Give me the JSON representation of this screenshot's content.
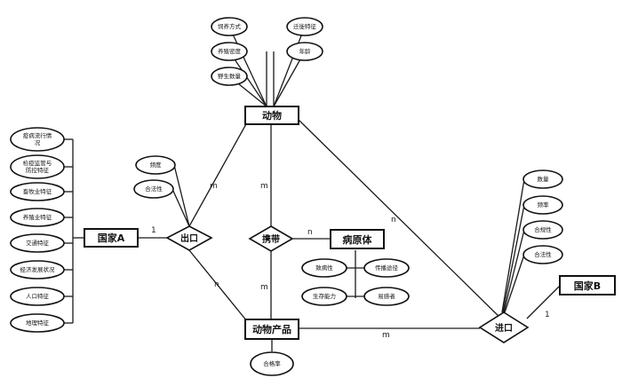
{
  "entities": {
    "animal": "动物",
    "country_a": "国家A",
    "country_b": "国家B",
    "pathogen": "病原体",
    "animal_product": "动物产品"
  },
  "relations": {
    "export": "出口",
    "import": "进口",
    "carry": "携带"
  },
  "attributes": {
    "animal": [
      "饲养方式",
      "养殖密度",
      "野生数量",
      "迁徙特征",
      "年龄"
    ],
    "country_a": [
      "疫病流行情况",
      "检疫监管与防控特征",
      "畜牧业特征",
      "养殖业特征",
      "交通特征",
      "经济发展状况",
      "人口特征",
      "地理特征"
    ],
    "export": [
      "频度",
      "合法性"
    ],
    "import": [
      "数量",
      "频率",
      "合规性",
      "合法性"
    ],
    "pathogen": [
      "致病性",
      "传播途径",
      "生存能力",
      "易感者"
    ],
    "animal_product": [
      "合格率"
    ]
  },
  "cardinalities": {
    "export_animal": "m",
    "export_product": "n",
    "country_a_export": "1",
    "carry_animal": "m",
    "carry_product": "m",
    "carry_pathogen": "n",
    "import_animal": "n",
    "import_product": "m",
    "import_country_b": "1"
  }
}
